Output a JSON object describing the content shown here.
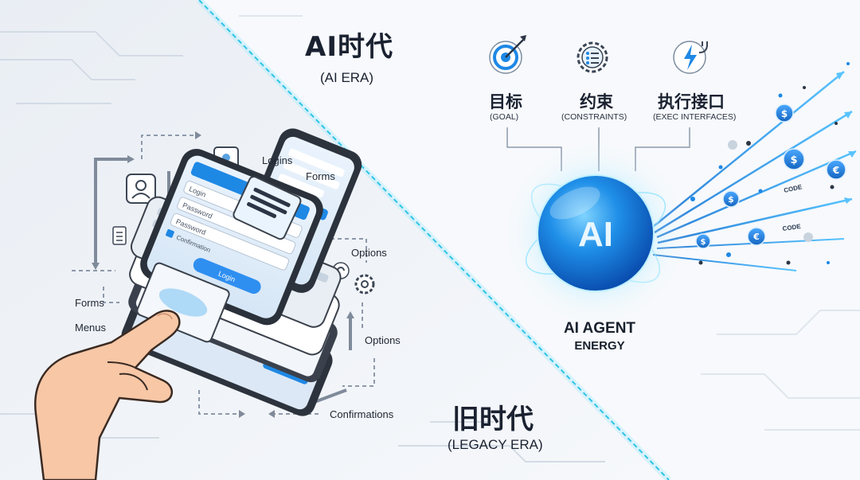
{
  "ai_era": {
    "title": "AI时代",
    "subtitle": "(AI ERA)",
    "pillars": [
      {
        "title": "目标",
        "subtitle": "(GOAL)",
        "icon": "target-icon"
      },
      {
        "title": "约束",
        "subtitle": "(CONSTRAINTS)",
        "icon": "gear-checklist-icon"
      },
      {
        "title": "执行接口",
        "subtitle": "(EXEC INTERFACES)",
        "icon": "plug-lightning-icon"
      }
    ],
    "core_label": "AI",
    "agent_label": "AI AGENT",
    "energy_label": "ENERGY",
    "stream_labels": [
      "CODE",
      "CODE"
    ]
  },
  "legacy_era": {
    "title": "旧时代",
    "subtitle": "(LEGACY ERA)",
    "labels": {
      "logins": "Logins",
      "forms_top": "Forms",
      "options_top": "Options",
      "forms_left": "Forms",
      "menus": "Menus",
      "options_bottom": "Options",
      "confirmations": "Confirmations"
    },
    "phone_form": {
      "field1": "Login",
      "field2": "Password",
      "field3": "Password",
      "checkbox_label": "Confirmation",
      "button_label": "Login"
    }
  },
  "colors": {
    "accent_blue": "#1e88e5",
    "glow_cyan": "#4fd6ff",
    "ink": "#1d2430"
  }
}
